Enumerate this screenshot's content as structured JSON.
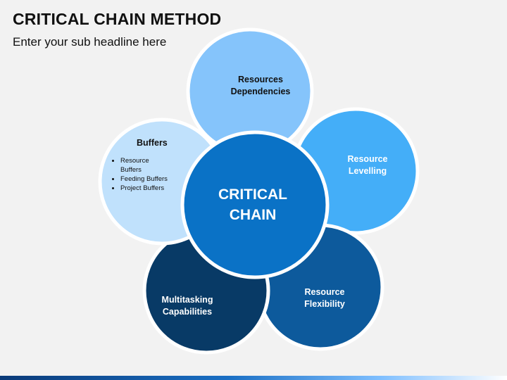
{
  "header": {
    "title": "CRITICAL CHAIN METHOD",
    "subtitle": "Enter your sub headline here"
  },
  "center": {
    "line1": "CRITICAL",
    "line2": "CHAIN"
  },
  "petals": {
    "resources_dependencies": {
      "line1": "Resources",
      "line2": "Dependencies"
    },
    "resource_levelling": {
      "line1": "Resource",
      "line2": "Levelling"
    },
    "resource_flexibility": {
      "line1": "Resource",
      "line2": "Flexibility"
    },
    "multitasking": {
      "line1": "Multitasking",
      "line2": "Capabilities"
    },
    "buffers": {
      "title": "Buffers",
      "items": [
        "Resource Buffers",
        "Feeding Buffers",
        "Project Buffers"
      ]
    }
  },
  "colors": {
    "resources_dependencies": "#85c4fb",
    "resource_levelling": "#44aef8",
    "resource_flexibility": "#0d5a9c",
    "multitasking": "#083a66",
    "buffers": "#c0e1fc",
    "center": "#0a72c6",
    "border": "#ffffff",
    "background": "#f2f2f2"
  }
}
